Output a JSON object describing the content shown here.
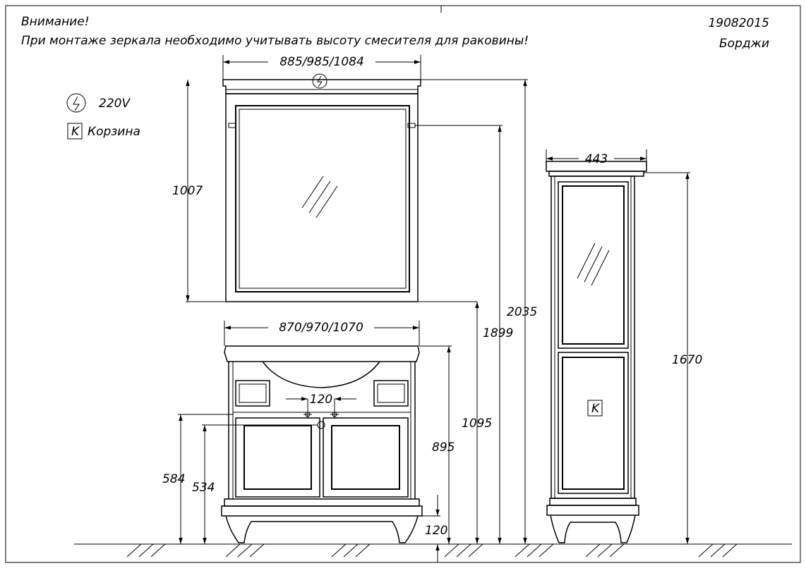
{
  "header": {
    "warning_title": "Внимание!",
    "warning_text": "При монтаже зеркала необходимо учитывать высоту смесителя для раковины!",
    "code": "19082015",
    "model": "Борджи"
  },
  "legend": {
    "power_label": "220V",
    "basket_symbol": "K",
    "basket_label": "Корзина"
  },
  "dimensions": {
    "mirror_width": "885/985/1084",
    "mirror_height": "1007",
    "vanity_width": "870/970/1070",
    "faucet_spacing": "120",
    "tall_width": "443",
    "total_height": "2035",
    "mirror_bottom_height": "1899",
    "vanity_back_height": "1095",
    "vanity_height": "895",
    "drain_height_584": "584",
    "drain_height_534": "534",
    "leg_height": "120",
    "tall_height": "1670"
  },
  "tall_cabinet": {
    "basket_marker": "K"
  }
}
